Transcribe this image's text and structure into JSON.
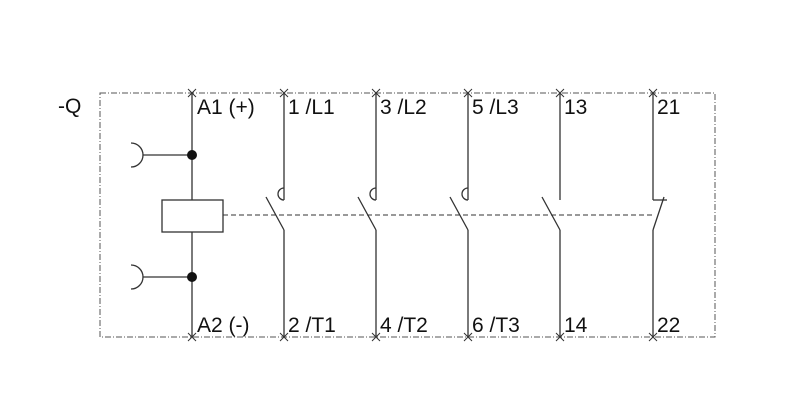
{
  "device_label": "-Q",
  "coil": {
    "top_label": "A1 (+)",
    "bottom_label": "A2 (-)"
  },
  "contacts": [
    {
      "top": "1 /L1",
      "bottom": "2 /T1",
      "type": "main-no"
    },
    {
      "top": "3 /L2",
      "bottom": "4 /T2",
      "type": "main-no"
    },
    {
      "top": "5 /L3",
      "bottom": "6 /T3",
      "type": "main-no"
    },
    {
      "top": "13",
      "bottom": "14",
      "type": "aux-no"
    },
    {
      "top": "21",
      "bottom": "22",
      "type": "aux-nc"
    }
  ],
  "colors": {
    "line": "#333333",
    "frame": "#555555"
  }
}
